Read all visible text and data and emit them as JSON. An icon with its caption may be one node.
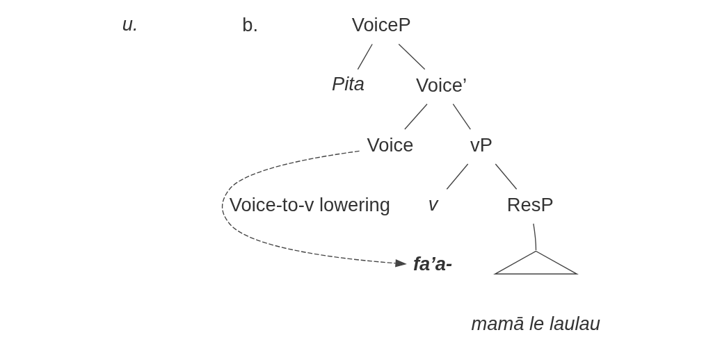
{
  "diagram": {
    "nodes": [
      {
        "text": [
          "VoiceP"
        ]
      },
      {
        "text": [
          "Pita"
        ]
      },
      {
        "text": [
          "Voice’"
        ]
      },
      {
        "text": [
          "Voice"
        ]
      },
      {
        "text": [
          "vP"
        ]
      },
      {
        "text": [
          "v"
        ]
      },
      {
        "text": [
          "fa’a-"
        ]
      },
      {
        "text": [
          "ResP"
        ]
      },
      {
        "text": [],
        "shape": "triangle",
        "beside": [
          "mamā le laulau"
        ]
      }
    ],
    "edges": [
      {
        "from": 0,
        "to": 1,
        "arrow": "none"
      },
      {
        "from": 0,
        "to": 2,
        "arrow": "none"
      },
      {
        "from": 2,
        "to": 3,
        "arrow": "none"
      },
      {
        "from": 2,
        "to": 4,
        "arrow": "none"
      },
      {
        "from": 4,
        "to": 5,
        "arrow": "none"
      },
      {
        "from": 4,
        "to": 7,
        "arrow": "none"
      },
      {
        "from": 7,
        "to": 8,
        "arrow": "none"
      },
      {
        "from": 3,
        "to": 6,
        "arrow": "to",
        "style": "dashed",
        "label": "Voice-to-v lowering"
      }
    ],
    "labels": [
      "u.",
      "b."
    ]
  }
}
